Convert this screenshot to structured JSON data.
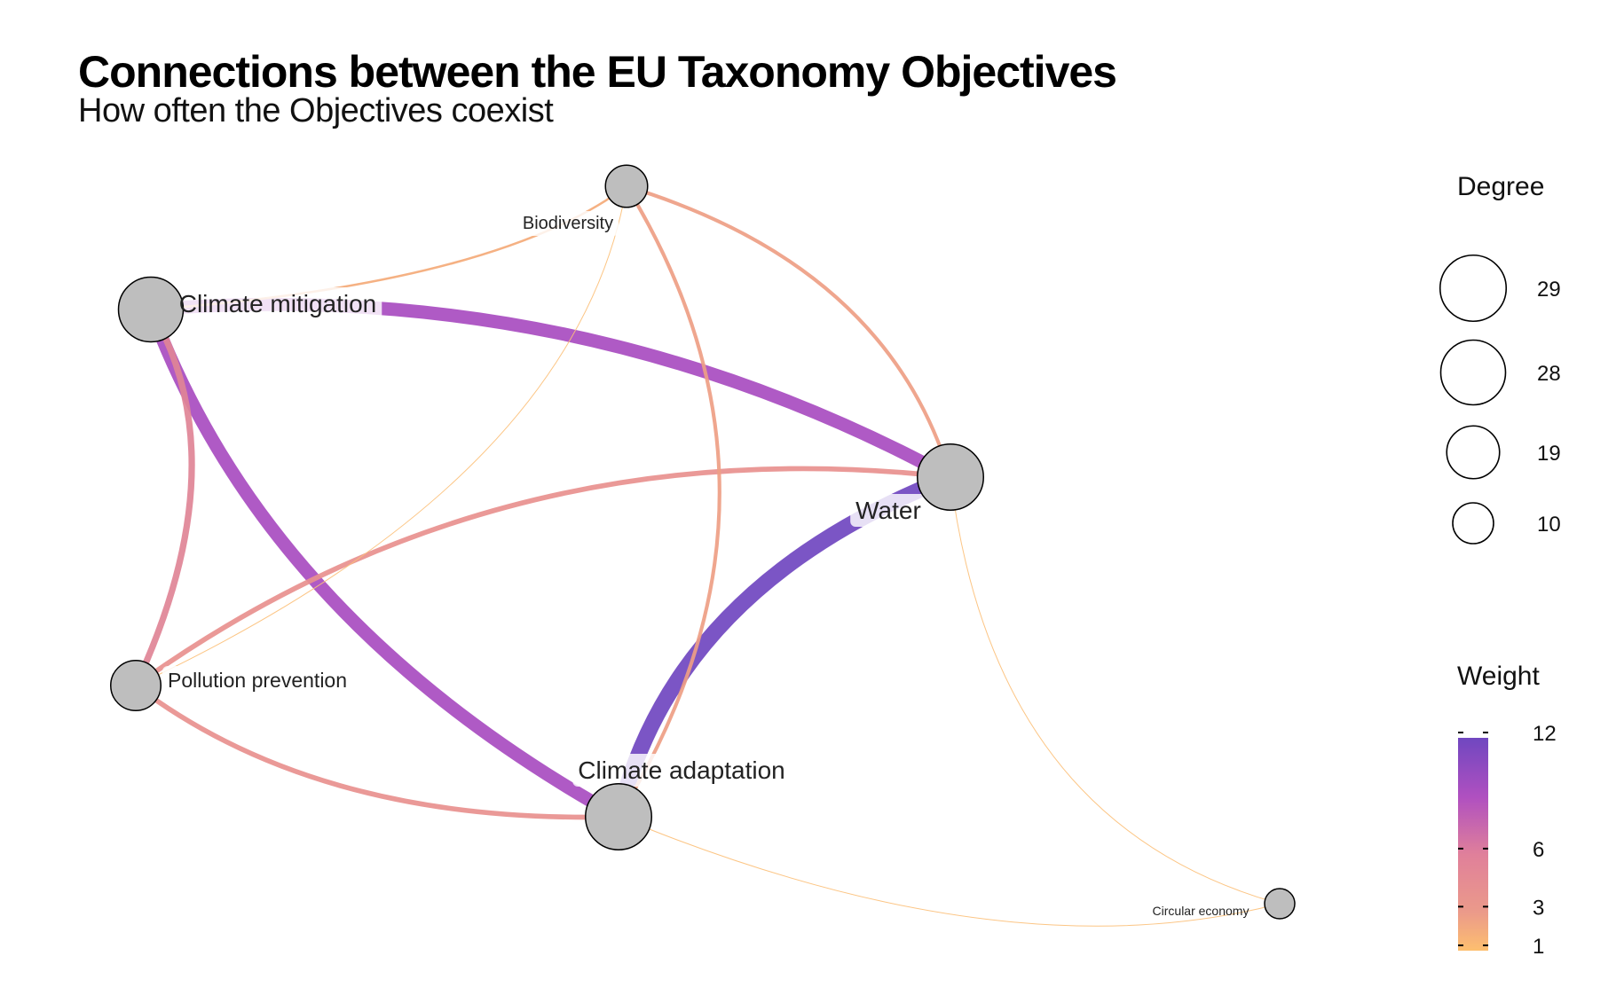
{
  "title": "Connections between the EU Taxonomy Objectives",
  "subtitle": "How often the Objectives coexist",
  "colors": {
    "weight_low": "#fdbf6f",
    "weight_3": "#eb9a8a",
    "weight_6": "#e0809a",
    "weight_mid": "#b050c0",
    "weight_high": "#7047c0",
    "node_fill": "#bebebe",
    "node_stroke": "#000000"
  },
  "chart_data": {
    "type": "network",
    "nodes": [
      {
        "id": "biodiversity",
        "label": "Biodiversity",
        "degree": 11
      },
      {
        "id": "climate_mitigation",
        "label": "Climate mitigation",
        "degree": 28
      },
      {
        "id": "water",
        "label": "Water",
        "degree": 29
      },
      {
        "id": "pollution_prevention",
        "label": "Pollution prevention",
        "degree": 17
      },
      {
        "id": "climate_adaptation",
        "label": "Climate adaptation",
        "degree": 29
      },
      {
        "id": "circular_economy",
        "label": "Circular economy",
        "degree": 2
      }
    ],
    "edges": [
      {
        "source": "climate_mitigation",
        "target": "water",
        "weight": 10
      },
      {
        "source": "climate_mitigation",
        "target": "climate_adaptation",
        "weight": 10
      },
      {
        "source": "water",
        "target": "climate_adaptation",
        "weight": 12
      },
      {
        "source": "climate_mitigation",
        "target": "pollution_prevention",
        "weight": 5
      },
      {
        "source": "pollution_prevention",
        "target": "water",
        "weight": 4
      },
      {
        "source": "pollution_prevention",
        "target": "climate_adaptation",
        "weight": 4
      },
      {
        "source": "biodiversity",
        "target": "water",
        "weight": 3
      },
      {
        "source": "biodiversity",
        "target": "climate_adaptation",
        "weight": 3
      },
      {
        "source": "biodiversity",
        "target": "climate_mitigation",
        "weight": 2
      },
      {
        "source": "biodiversity",
        "target": "pollution_prevention",
        "weight": 1
      },
      {
        "source": "water",
        "target": "circular_economy",
        "weight": 1
      },
      {
        "source": "climate_adaptation",
        "target": "circular_economy",
        "weight": 1
      }
    ],
    "legend": {
      "degree_title": "Degree",
      "degree_values": [
        29,
        28,
        19,
        10
      ],
      "weight_title": "Weight",
      "weight_breaks": [
        12,
        6,
        3,
        1
      ]
    }
  }
}
